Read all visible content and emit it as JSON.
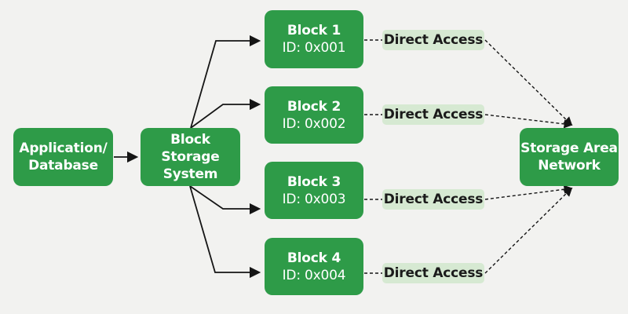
{
  "colors": {
    "background": "#f2f2f0",
    "node_green": "#2e9b48",
    "label_green": "#d6e9d2",
    "node_text": "#ffffff",
    "label_text": "#1b1b1b",
    "connector": "#151515"
  },
  "nodes": {
    "application": {
      "lines": [
        "Application/",
        "Database"
      ]
    },
    "block_storage": {
      "lines": [
        "Block Storage",
        "System"
      ]
    },
    "san": {
      "lines": [
        "Storage Area",
        "Network"
      ]
    },
    "blocks": [
      {
        "title": "Block 1",
        "id": "ID: 0x001"
      },
      {
        "title": "Block 2",
        "id": "ID: 0x002"
      },
      {
        "title": "Block 3",
        "id": "ID: 0x003"
      },
      {
        "title": "Block 4",
        "id": "ID: 0x004"
      }
    ],
    "direct_access_labels": [
      "Direct Access",
      "Direct Access",
      "Direct Access",
      "Direct Access"
    ]
  },
  "edges": [
    {
      "from": "Application/Database",
      "to": "Block Storage System",
      "style": "solid-arrow"
    },
    {
      "from": "Block Storage System",
      "to": "Block 1",
      "style": "solid-arrow"
    },
    {
      "from": "Block Storage System",
      "to": "Block 2",
      "style": "solid-arrow"
    },
    {
      "from": "Block Storage System",
      "to": "Block 3",
      "style": "solid-arrow"
    },
    {
      "from": "Block Storage System",
      "to": "Block 4",
      "style": "solid-arrow"
    },
    {
      "from": "Block 1",
      "to": "Storage Area Network",
      "via": "Direct Access",
      "style": "dashed-arrow"
    },
    {
      "from": "Block 2",
      "to": "Storage Area Network",
      "via": "Direct Access",
      "style": "dashed-arrow"
    },
    {
      "from": "Block 3",
      "to": "Storage Area Network",
      "via": "Direct Access",
      "style": "dashed-arrow"
    },
    {
      "from": "Block 4",
      "to": "Storage Area Network",
      "via": "Direct Access",
      "style": "dashed-arrow"
    }
  ]
}
